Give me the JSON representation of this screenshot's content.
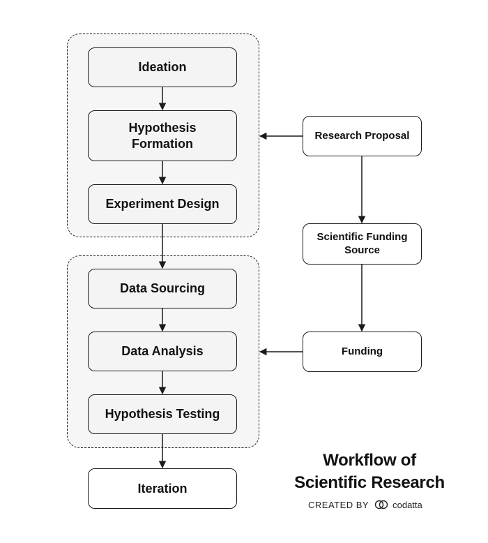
{
  "nodes": {
    "ideation": "Ideation",
    "hypothesis_formation": "Hypothesis\nFormation",
    "experiment_design": "Experiment Design",
    "data_sourcing": "Data Sourcing",
    "data_analysis": "Data Analysis",
    "hypothesis_testing": "Hypothesis Testing",
    "iteration": "Iteration",
    "research_proposal": "Research Proposal",
    "scientific_funding_source": "Scientific Funding\nSource",
    "funding": "Funding"
  },
  "title": {
    "line1": "Workflow of",
    "line2": "Scientific Research"
  },
  "credit": {
    "label": "CREATED BY",
    "brand": "codatta",
    "logo_icon": "codatta-logo-icon"
  },
  "colors": {
    "stroke": "#1a1a1a",
    "group_fill": "#f6f6f6",
    "node_fill": "#f4f4f4",
    "background": "#ffffff"
  }
}
